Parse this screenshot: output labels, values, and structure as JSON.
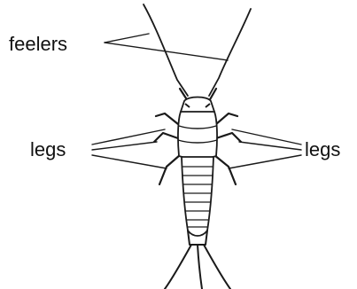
{
  "diagram": {
    "labels": {
      "feelers": "feelers",
      "legs_left": "legs",
      "legs_right": "legs"
    }
  }
}
